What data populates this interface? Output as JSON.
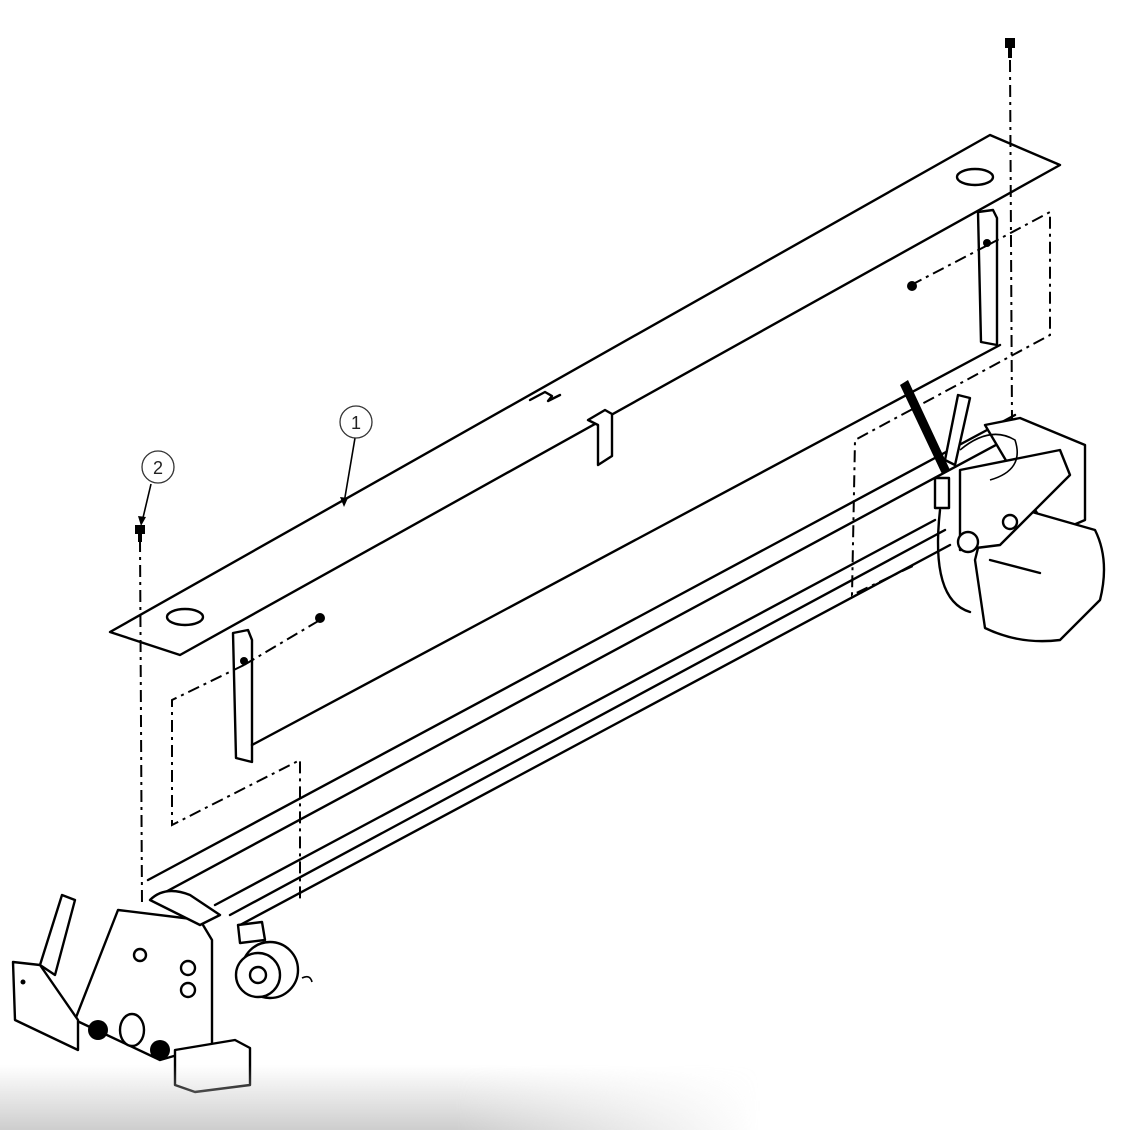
{
  "diagram": {
    "type": "exploded-parts-view",
    "callouts": [
      {
        "id": "1",
        "label": "1",
        "target": "top cover plate"
      },
      {
        "id": "2",
        "label": "2",
        "target": "mounting screw"
      }
    ],
    "colors": {
      "line": "#000000",
      "background": "#ffffff",
      "callout_stroke": "#333333"
    }
  }
}
